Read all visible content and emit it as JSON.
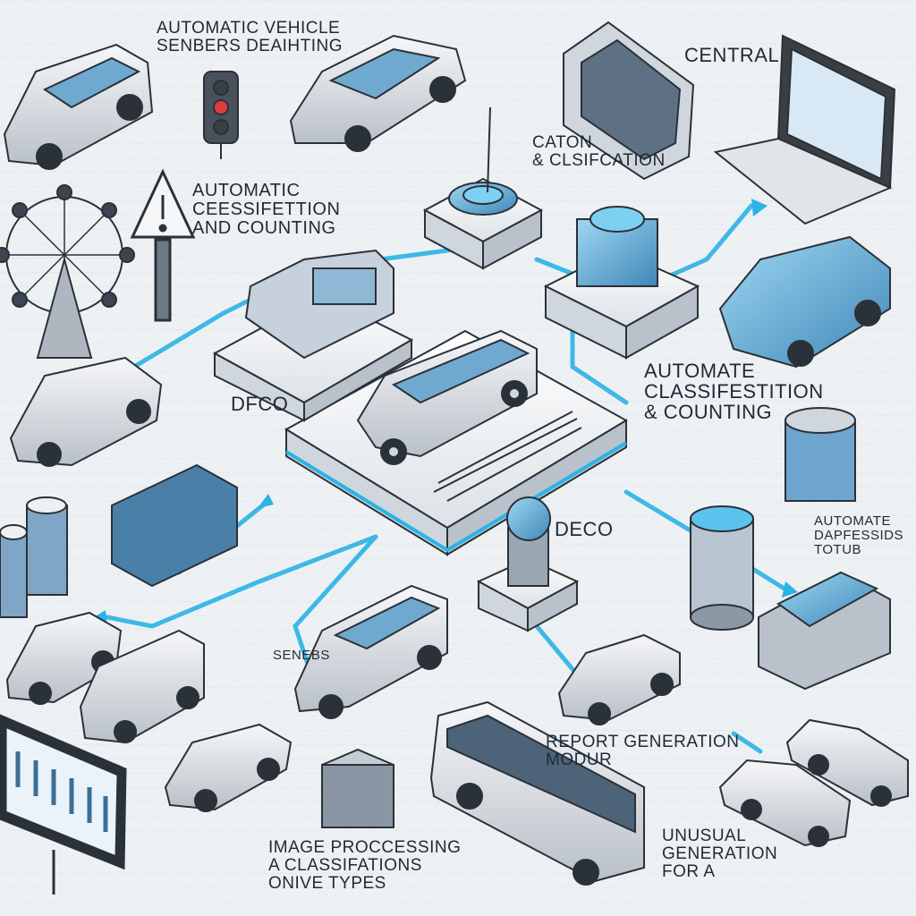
{
  "labels": {
    "sensors": "AUTOMATIC VEHICLE\nSENBERS DEAIHTING",
    "central": "CENTRAL",
    "caton": "CATON\n& CLSIFCATION",
    "auto_class_left": "AUTOMATIC\nCEESSIFETTION\nAND COUNTING",
    "auto_class_right": "AUTOMATE\nCLASSIFESTITION\n& COUNTING",
    "automate_dap": "AUTOMATE\nDAPFESSIDS\nTOTUB",
    "deco_center": "DECO",
    "dfco_left": "DFCO",
    "senebs": "SENEBS",
    "report": "REPORT GENERATION\nMODUR",
    "image_proc": "IMAGE PROCCESSING\nA CLASSIFATIONS\nONIVE TYPES",
    "unusual": "UNUSUAL\nGENERATION\nFOR A"
  },
  "colors": {
    "connector": "#2ab3e6",
    "platform": "#f4f6f8",
    "outline": "#2b3138",
    "screen": "#58b9e8",
    "background": "#eef1f4"
  },
  "icons": [
    "warning-sign-icon",
    "traffic-light-icon",
    "ferris-wheel-icon",
    "laptop-icon",
    "monitor-icon",
    "camera-icon",
    "server-icon"
  ]
}
